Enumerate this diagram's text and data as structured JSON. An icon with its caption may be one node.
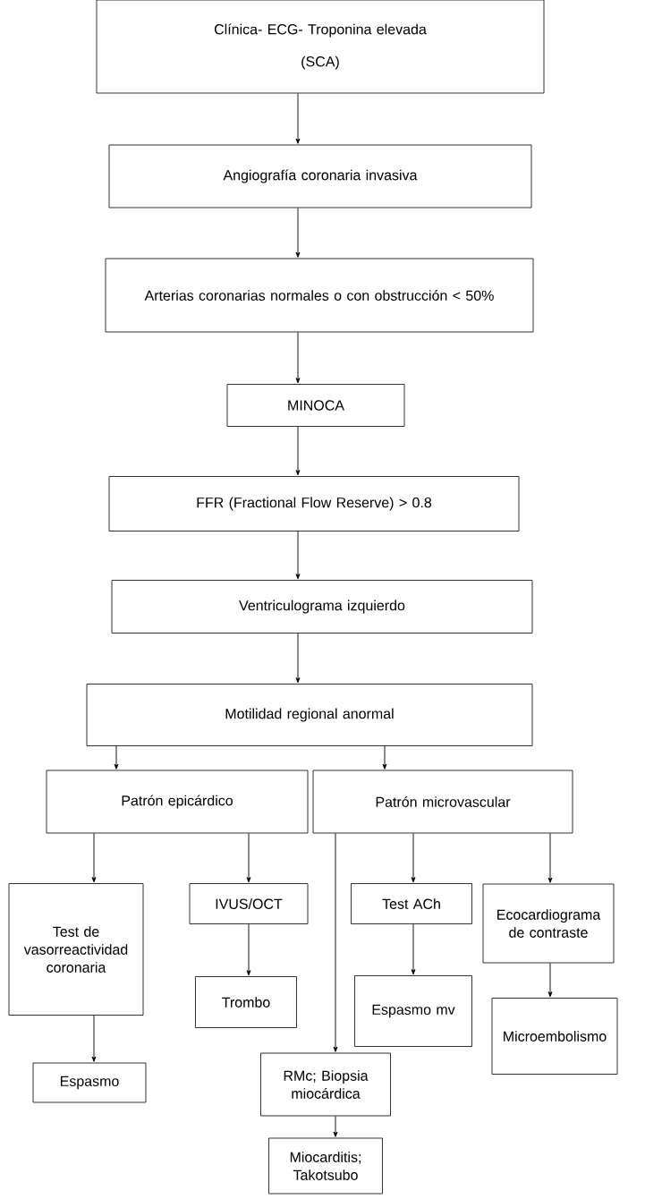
{
  "diagram": {
    "nodes": [
      {
        "text": [
          "Clínica- ECG- Troponina elevada",
          "(SCA)"
        ]
      },
      {
        "text": [
          "Angiografía coronaria invasiva"
        ]
      },
      {
        "text": [
          "Arterias coronarias normales o con obstrucción < 50%"
        ]
      },
      {
        "text": [
          "MINOCA"
        ]
      },
      {
        "text": [
          "FFR (Fractional Flow Reserve) > 0.8"
        ]
      },
      {
        "text": [
          "Ventriculograma izquierdo"
        ]
      },
      {
        "text": [
          "Motilidad regional anormal"
        ]
      },
      {
        "text": [
          "Patrón epicárdico"
        ]
      },
      {
        "text": [
          "Patrón microvascular"
        ]
      },
      {
        "text": [
          "Test de vasorreactividad coronaria"
        ]
      },
      {
        "text": [
          "IVUS/OCT"
        ]
      },
      {
        "text": [
          "Trombo"
        ]
      },
      {
        "text": [
          "Espasmo"
        ]
      },
      {
        "text": [
          "Test ACh"
        ]
      },
      {
        "text": [
          "Espasmo mv"
        ]
      },
      {
        "text": [
          "Ecocardiograma de contraste"
        ]
      },
      {
        "text": [
          "Microembolismo"
        ]
      },
      {
        "text": [
          "RMc; Biopsia miocárdica"
        ]
      },
      {
        "text": [
          "Miocarditis; Takotsubo"
        ]
      }
    ],
    "edges": [
      {
        "from": 0,
        "to": 1,
        "arrow": "to"
      },
      {
        "from": 1,
        "to": 2,
        "arrow": "to"
      },
      {
        "from": 2,
        "to": 3,
        "arrow": "to"
      },
      {
        "from": 3,
        "to": 4,
        "arrow": "to"
      },
      {
        "from": 4,
        "to": 5,
        "arrow": "to"
      },
      {
        "from": 5,
        "to": 6,
        "arrow": "to"
      },
      {
        "from": 6,
        "to": 7,
        "arrow": "to"
      },
      {
        "from": 6,
        "to": 8,
        "arrow": "to"
      },
      {
        "from": 7,
        "to": 9,
        "arrow": "to"
      },
      {
        "from": 7,
        "to": 10,
        "arrow": "to"
      },
      {
        "from": 9,
        "to": 12,
        "arrow": "to"
      },
      {
        "from": 10,
        "to": 11,
        "arrow": "to"
      },
      {
        "from": 8,
        "to": 17,
        "arrow": "to"
      },
      {
        "from": 8,
        "to": 13,
        "arrow": "to"
      },
      {
        "from": 8,
        "to": 15,
        "arrow": "to"
      },
      {
        "from": 13,
        "to": 14,
        "arrow": "to"
      },
      {
        "from": 15,
        "to": 16,
        "arrow": "to"
      },
      {
        "from": 17,
        "to": 18,
        "arrow": "to"
      }
    ]
  }
}
